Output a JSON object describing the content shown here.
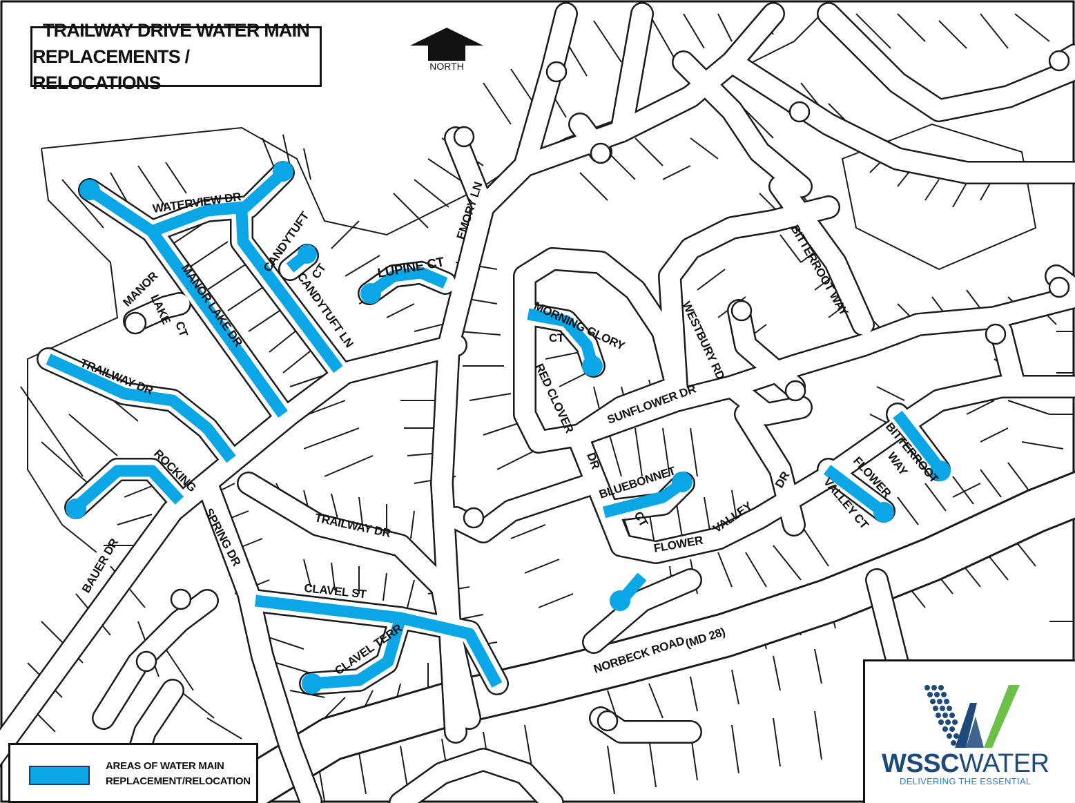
{
  "title": {
    "line1": "TRAILWAY DRIVE WATER MAIN",
    "line2": "REPLACEMENTS / RELOCATIONS"
  },
  "north_arrow": {
    "icon": "north-arrow-icon",
    "label": "NORTH"
  },
  "legend": {
    "swatch_color": "#0aa6e6",
    "line1": "AREAS OF WATER MAIN",
    "line2": "REPLACEMENT/RELOCATION"
  },
  "logo": {
    "bold": "WSSC",
    "light": "WATER",
    "tagline": "DELIVERING THE ESSENTIAL",
    "brand_blue": "#1d4a7a",
    "brand_green": "#6cc04a"
  },
  "streets": {
    "waterview_dr": "WATERVIEW DR",
    "candytuft": "CANDYTUFT",
    "candytuft_ct": "CT",
    "candytuft_ln": "CANDYTUFT LN",
    "manor_lake_dr": "MANOR LAKE DR",
    "manor": "MANOR",
    "lake": "LAKE",
    "manor_lake_ct": "CT",
    "trailway_dr_west": "TRAILWAY DR",
    "rocking": "ROCKING",
    "bauer_dr": "BAUER DR",
    "spring_dr": "SPRING DR",
    "trailway_dr_south": "TRAILWAY DR",
    "clavel_st": "CLAVEL ST",
    "clavel_terr": "CLAVEL TERR",
    "lupine_ct": "LUPINE CT",
    "emory_ln": "EMORY LN",
    "morning_glory": "MORNING GLORY",
    "morning_glory_ct": "CT",
    "red_clover": "RED CLOVER",
    "sunflower_dr": "SUNFLOWER DR",
    "westbury_rd": "WESTBURY RD",
    "bitterroot_way_north": "BITTERROOT WAY",
    "dr_red_clover": "DR",
    "bluebonnet": "BLUEBONNET",
    "bluebonnet_ct": "CT",
    "flower": "FLOWER",
    "valley": "VALLEY",
    "dr_flower_valley": "DR",
    "bitterroot": "BITTERROOT",
    "way": "WAY",
    "flower_east": "FLOWER",
    "valley_ct": "VALLEY CT",
    "norbeck_road": "NORBECK ROAD",
    "md28": "(MD 28)"
  }
}
